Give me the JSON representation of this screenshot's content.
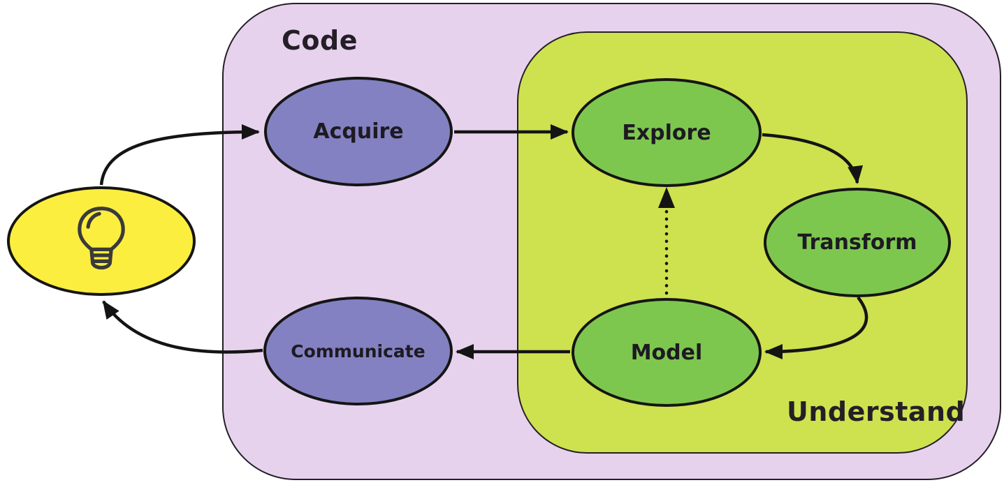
{
  "diagram": {
    "type": "flowchart",
    "description": "Data science workflow",
    "groups": {
      "code": {
        "label": "Code",
        "fill": "#e7d2ee"
      },
      "understand": {
        "label": "Understand",
        "fill": "#cde24e"
      }
    },
    "nodes": {
      "idea": {
        "label": "",
        "icon": "lightbulb-icon",
        "fill": "#fcee3e"
      },
      "acquire": {
        "label": "Acquire",
        "fill": "#8381c1",
        "group": "code"
      },
      "explore": {
        "label": "Explore",
        "fill": "#7ec74f",
        "group": "understand"
      },
      "transform": {
        "label": "Transform",
        "fill": "#7ec74f",
        "group": "understand"
      },
      "model": {
        "label": "Model",
        "fill": "#7ec74f",
        "group": "understand"
      },
      "communicate": {
        "label": "Communicate",
        "fill": "#8381c1",
        "group": "code"
      }
    },
    "edges": [
      {
        "from": "idea",
        "to": "acquire",
        "style": "solid"
      },
      {
        "from": "acquire",
        "to": "explore",
        "style": "solid"
      },
      {
        "from": "explore",
        "to": "transform",
        "style": "solid"
      },
      {
        "from": "transform",
        "to": "model",
        "style": "solid"
      },
      {
        "from": "model",
        "to": "communicate",
        "style": "solid"
      },
      {
        "from": "communicate",
        "to": "idea",
        "style": "solid"
      },
      {
        "from": "model",
        "to": "explore",
        "style": "dotted"
      }
    ],
    "colors": {
      "edge_stroke": "#141414",
      "node_border": "#151515",
      "box_border": "#241f26",
      "label_text": "#241f26"
    }
  }
}
